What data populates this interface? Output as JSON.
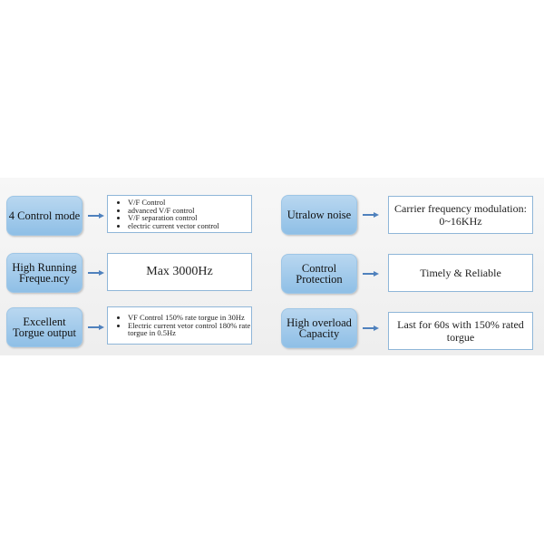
{
  "features": [
    {
      "label": "4 Control mode",
      "bullets": [
        "V/F Control",
        "advanced V/F control",
        "V/F separation control",
        "electric current vector control"
      ]
    },
    {
      "label": "High Running Freque.ncy",
      "text": "Max 3000Hz"
    },
    {
      "label": "Excellent Torgue output",
      "bullets": [
        "VF Control 150% rate torgue in 30Hz",
        "Electric current  vetor control 180% rate torgue in 0.5Hz"
      ]
    },
    {
      "label": "Utralow noise",
      "text": "Carrier frequency modulation: 0~16KHz"
    },
    {
      "label": "Control Protection",
      "text": "Timely & Reliable"
    },
    {
      "label": "High overload Capacity",
      "text": "Last for 60s with 150% rated torgue"
    }
  ],
  "colors": {
    "label_fill": "#a6cbec",
    "arrow": "#4f81bd",
    "box_border": "#8fb6d8"
  }
}
